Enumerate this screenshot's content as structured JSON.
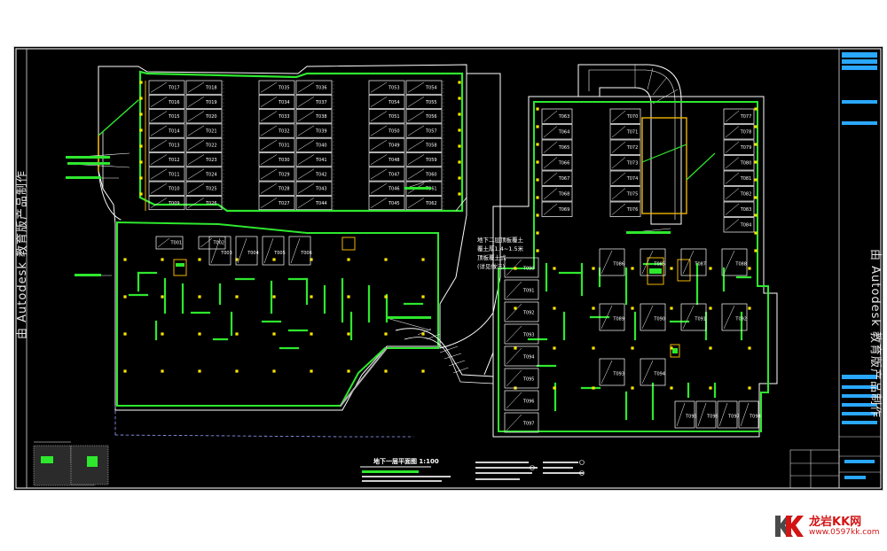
{
  "drawing": {
    "plan_title": "地下一层平面图 1:100",
    "edu_watermark_left": "由 Autodesk 教育版产品制作",
    "edu_watermark_right": "由 Autodesk 教育版产品制作",
    "central_note": [
      "地下二层顶板覆土",
      "覆土厚1.4~1.5米",
      "顶板覆土式",
      "(详见做法)"
    ],
    "rooms_block_a": [
      [
        "T017",
        "T016",
        "T015",
        "T014",
        "T013",
        "T012",
        "T011",
        "T010",
        "T009"
      ],
      [
        "T018",
        "T019",
        "T020",
        "T021",
        "T022",
        "T023",
        "T024",
        "T025",
        "T026"
      ],
      [
        "T035",
        "T034",
        "T033",
        "T032",
        "T031",
        "T030",
        "T029",
        "T028",
        "T027"
      ],
      [
        "T036",
        "T037",
        "T038",
        "T039",
        "T040",
        "T041",
        "T042",
        "T043",
        "T044"
      ],
      [
        "T053",
        "T054",
        "T051",
        "T050",
        "T049",
        "T048",
        "T047",
        "T046",
        "T045"
      ],
      [
        "T054",
        "T055",
        "T056",
        "T057",
        "T058",
        "T059",
        "T060",
        "T061",
        "T062"
      ]
    ],
    "rooms_block_b": [
      [
        "T063",
        "T064",
        "T065",
        "T066",
        "T067",
        "T068",
        "T069"
      ],
      [
        "T070",
        "T071",
        "T072",
        "T073",
        "T074",
        "T075",
        "T076"
      ],
      [
        "T077",
        "T078",
        "T079",
        "T080",
        "T081",
        "T082",
        "T083",
        "T084"
      ]
    ],
    "rooms_middle_left": [
      "T001",
      "T002",
      "T003",
      "T004",
      "T005",
      "T006"
    ],
    "rooms_middle_right": [
      "T086",
      "T085",
      "T087",
      "T088",
      "T089",
      "T090",
      "T091",
      "T092",
      "T093",
      "T094"
    ],
    "rooms_bottom_left": [
      "T090",
      "T091",
      "T092",
      "T093",
      "T094",
      "T095",
      "T096",
      "T097"
    ],
    "rooms_bottom_right": [
      "T095",
      "T096",
      "T097",
      "T098"
    ]
  },
  "watermark": {
    "name": "龙岩KK网",
    "url": "www.0597kk.com"
  },
  "colors": {
    "background": "#000000",
    "wall": "#2ee82e",
    "line": "#ffffff",
    "column": "#ffe600",
    "accent_orange": "#f0b400",
    "titleblock_cyan": "#2aa8ff",
    "watermark_red": "#d21414"
  }
}
